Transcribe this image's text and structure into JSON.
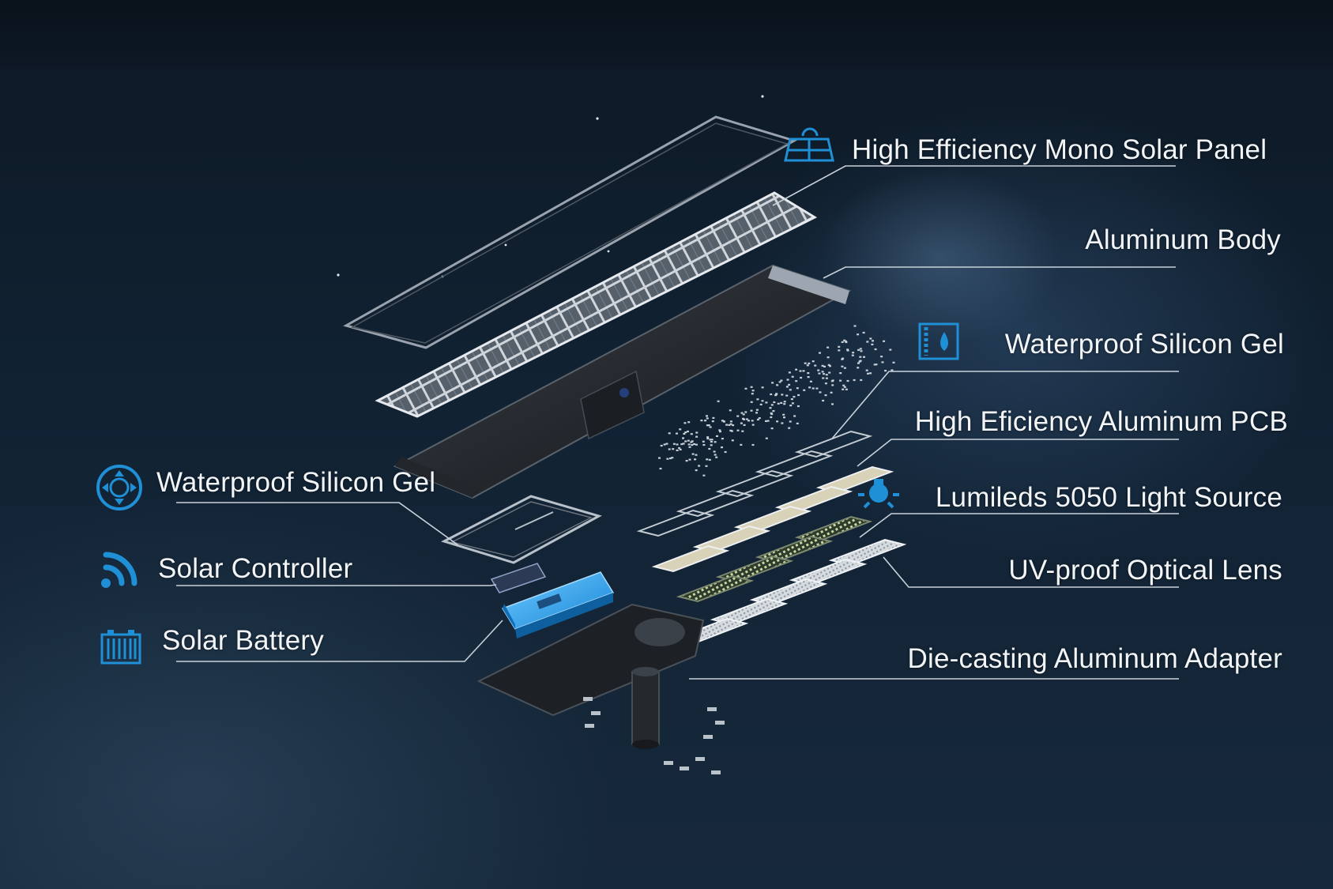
{
  "labels": {
    "solar_panel": "High Efficiency Mono Solar Panel",
    "aluminum_body": "Aluminum Body",
    "silicon_gel_right": "Waterproof Silicon Gel",
    "aluminum_pcb": "High Eficiency Aluminum PCB",
    "light_source": "Lumileds 5050 Light Source",
    "optical_lens": "UV-proof Optical Lens",
    "adapter": "Die-casting Aluminum Adapter",
    "silicon_gel_left": "Waterproof Silicon Gel",
    "solar_controller": "Solar Controller",
    "solar_battery": "Solar Battery"
  },
  "icons": {
    "solar_panel": "solar-panel-icon",
    "silicon_gel_right": "water-drop-box-icon",
    "light_source": "light-bulb-icon",
    "silicon_gel_left": "direction-pad-icon",
    "solar_controller": "wifi-signal-icon",
    "solar_battery": "battery-icon"
  },
  "colors": {
    "accent_icon": "#1f8fd6",
    "battery_body": "#2aa7f0",
    "label_text": "#f2f5f8",
    "leader_line": "#c9d2da"
  }
}
